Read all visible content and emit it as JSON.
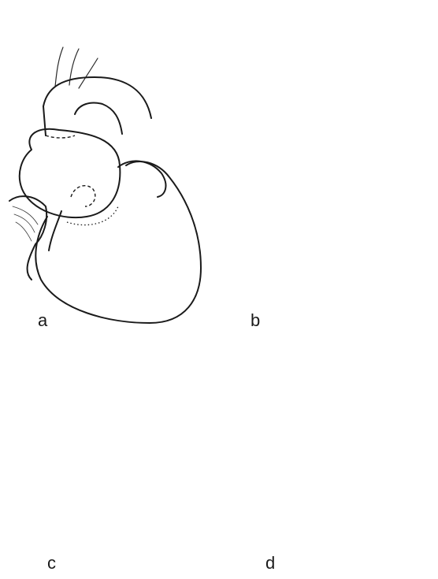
{
  "panels": [
    {
      "id": "a",
      "label": "a"
    },
    {
      "id": "b",
      "label": "b"
    },
    {
      "id": "c",
      "label": "c"
    },
    {
      "id": "d",
      "label": "d"
    }
  ],
  "colors": {
    "ink": "#1a1a1a",
    "background": "#ffffff"
  }
}
